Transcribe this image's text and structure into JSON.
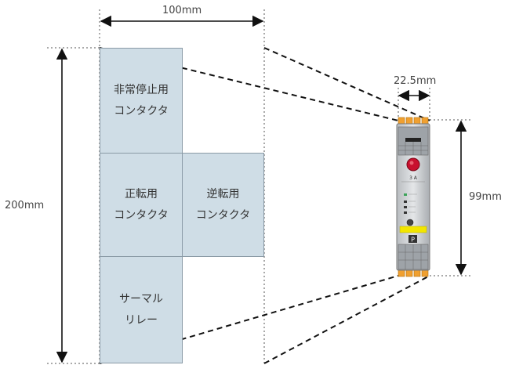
{
  "dimensions": {
    "width_label": "100mm",
    "height_label": "200mm",
    "device_width_label": "22.5mm",
    "device_height_label": "99mm"
  },
  "blocks": [
    {
      "id": "emergency",
      "line1": "非常停止用",
      "line2": "コンタクタ"
    },
    {
      "id": "forward",
      "line1": "正転用",
      "line2": "コンタクタ"
    },
    {
      "id": "reverse",
      "line1": "逆転用",
      "line2": "コンタクタ"
    },
    {
      "id": "thermal",
      "line1": "サーマル",
      "line2": "リレー"
    }
  ],
  "device": {
    "current_label": "3 A",
    "logo": "P"
  },
  "colors": {
    "block_fill": "#cfdde6",
    "block_border": "#8a9aa6",
    "terminal_orange": "#f0a030",
    "button_red": "#c8102e",
    "label_yellow": "#f2e600"
  }
}
